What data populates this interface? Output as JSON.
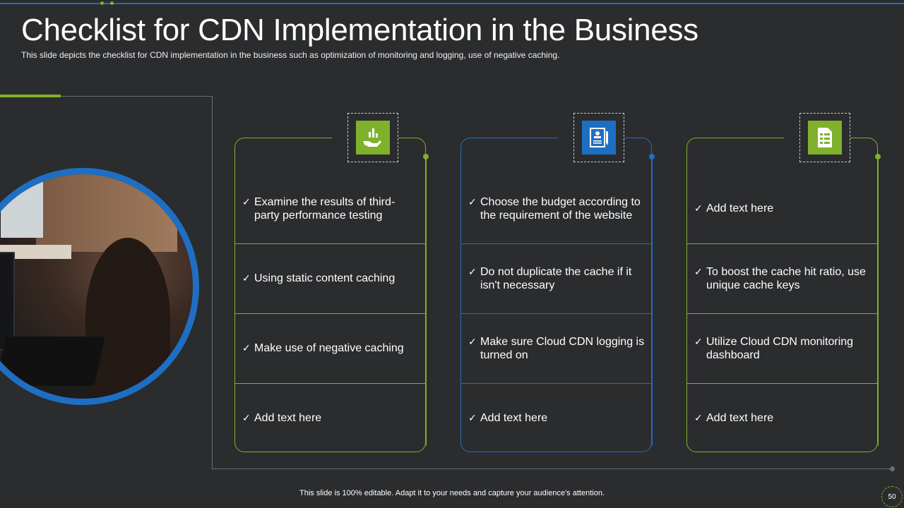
{
  "header": {
    "title": "Checklist for CDN Implementation in the Business",
    "subtitle": "This slide depicts the checklist for CDN implementation in the business such as optimization of monitoring and logging, use of negative caching."
  },
  "columns": [
    {
      "accent": "#7fb12c",
      "icon": "hand-chart-icon",
      "items": [
        "Examine the results of third-party performance testing",
        "Using static content caching",
        "Make use of negative caching",
        "Add text here"
      ]
    },
    {
      "accent": "#1e6fc4",
      "icon": "id-card-pen-icon",
      "items": [
        "Choose the budget according to the requirement of the website",
        "Do not duplicate the cache if it isn't necessary",
        "Make sure Cloud CDN logging is turned on",
        "Add text here"
      ]
    },
    {
      "accent": "#7fb12c",
      "icon": "checklist-document-icon",
      "items": [
        "Add text here",
        "To boost the cache hit ratio, use unique cache keys",
        "Utilize Cloud CDN monitoring dashboard",
        "Add text here"
      ]
    }
  ],
  "footer": {
    "note": "This slide is 100% editable. Adapt it to your needs and capture your audience's attention.",
    "page_number": "50"
  }
}
